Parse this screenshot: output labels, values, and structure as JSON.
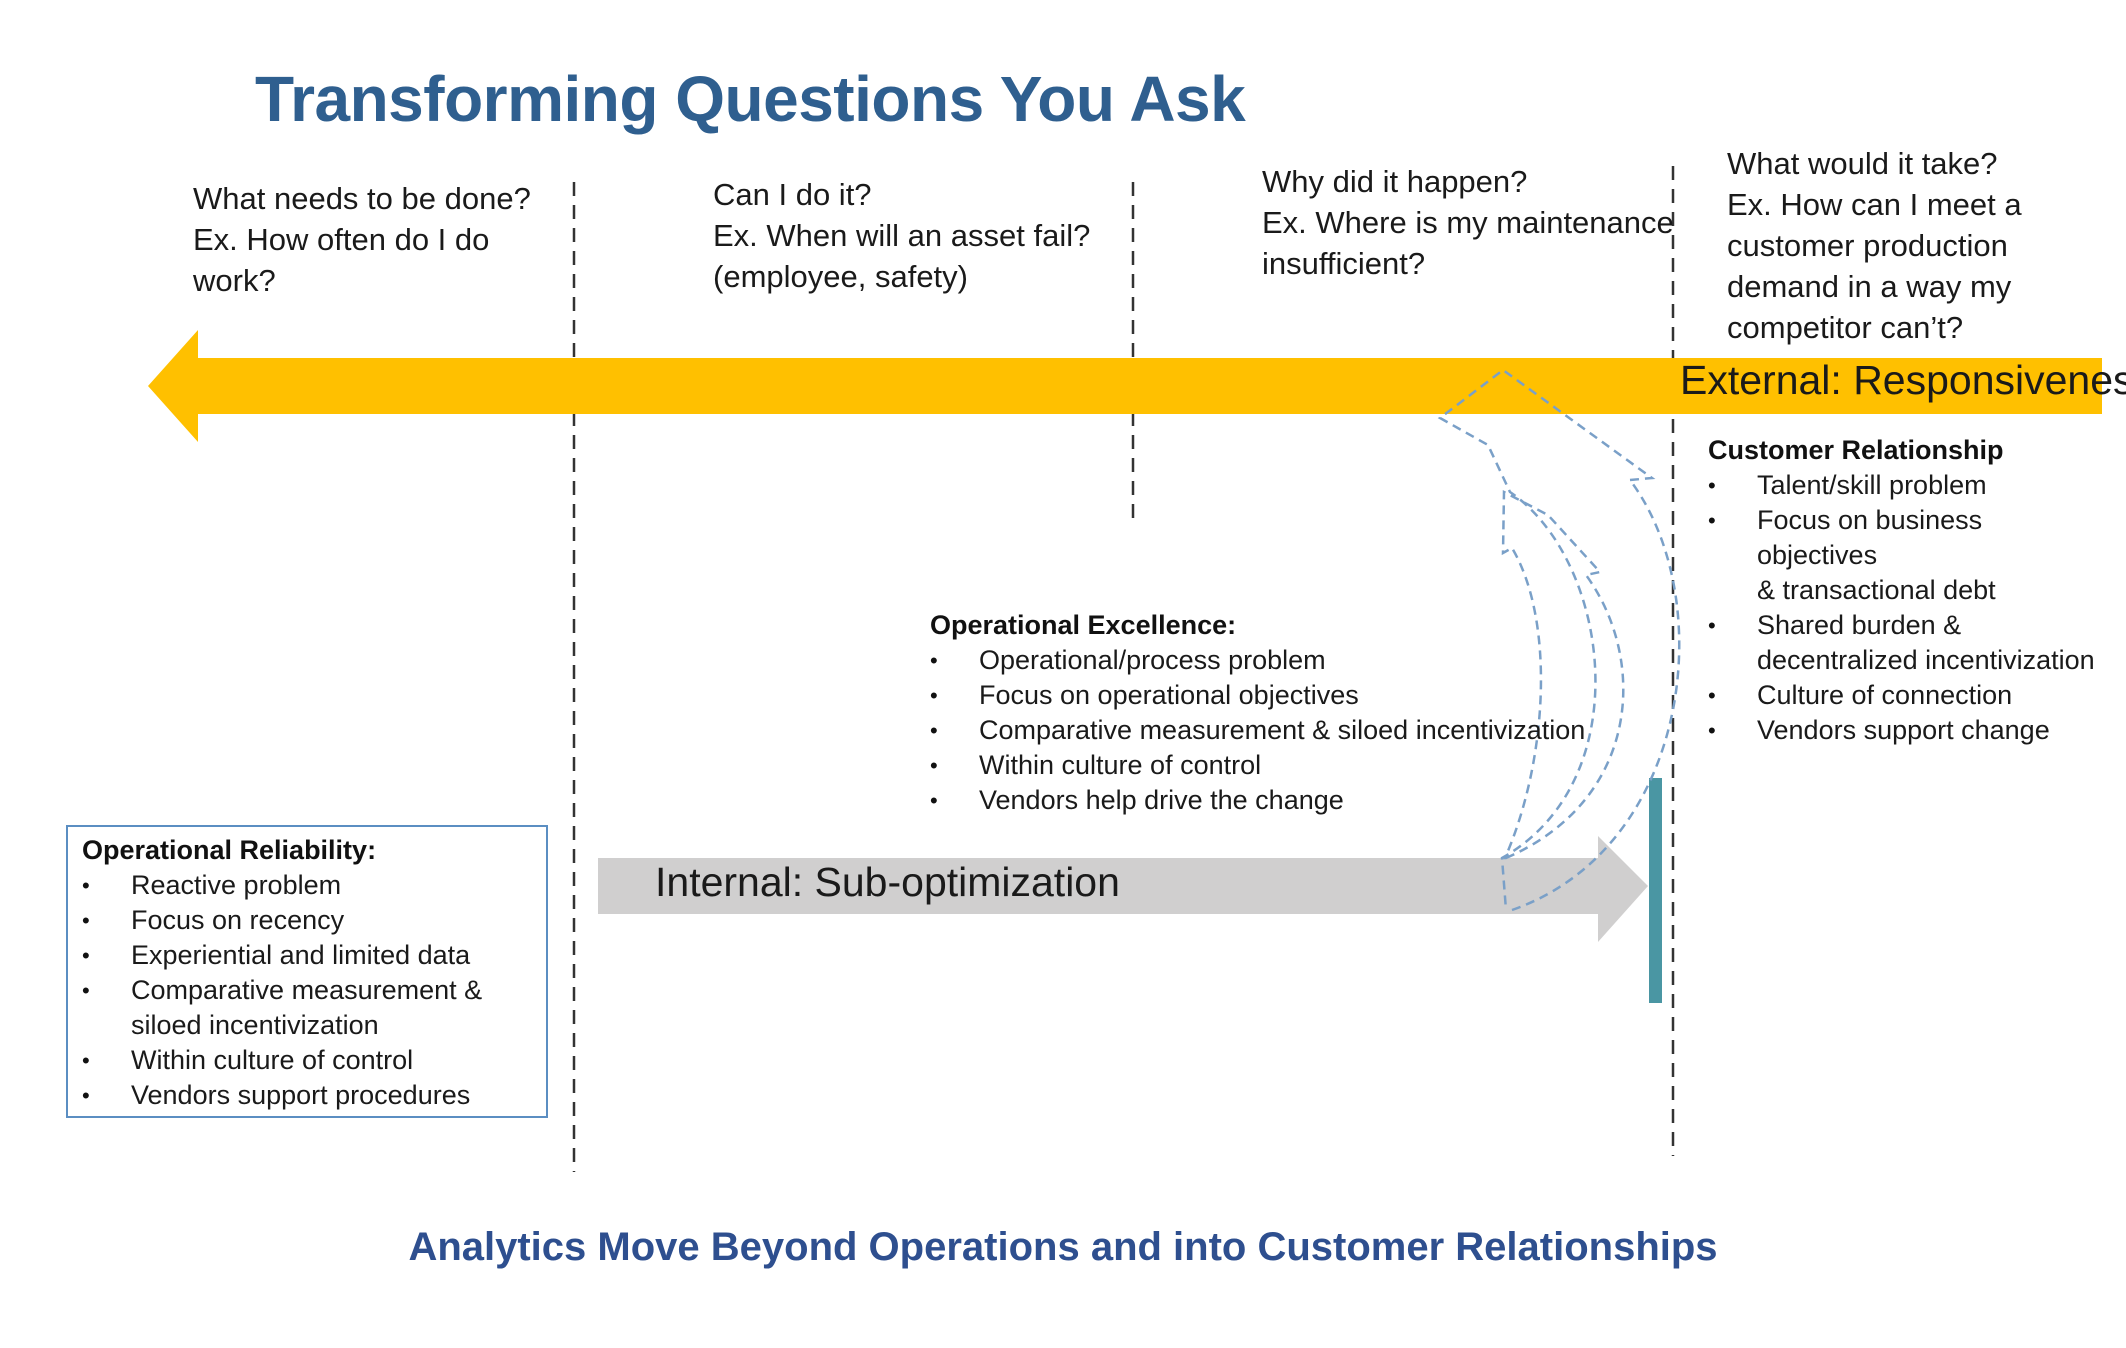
{
  "title": "Transforming Questions You Ask",
  "questions": [
    {
      "id": "done",
      "text": "What needs to be done?\nEx. How often do I do\nwork?"
    },
    {
      "id": "can",
      "text": "Can I do it?\nEx. When will an asset fail?\n(employee, safety)"
    },
    {
      "id": "why",
      "text": "Why did it happen?\nEx. Where is my maintenance\ninsufficient?"
    },
    {
      "id": "take",
      "text": "What would it take?\nEx. How can I meet a\ncustomer production\ndemand in a way my\ncompetitor can’t?"
    }
  ],
  "arrows": {
    "external": {
      "label": "External: Responsiveness",
      "color": "#ffc000"
    },
    "internal": {
      "label": "Internal: Sub-optimization",
      "color": "#d0cfcf"
    }
  },
  "sections": {
    "reliability": {
      "heading": "Operational Reliability:",
      "items": [
        "Reactive problem",
        "Focus on recency",
        "Experiential and limited data",
        "Comparative measurement &\nsiloed incentivization",
        "Within culture of control",
        "Vendors support procedures"
      ]
    },
    "excellence": {
      "heading": "Operational Excellence:",
      "items": [
        "Operational/process problem",
        "Focus on operational objectives",
        "Comparative measurement & siloed incentivization",
        "Within culture of control",
        "Vendors help drive the change"
      ]
    },
    "customer": {
      "heading": "Customer Relationship",
      "items": [
        "Talent/skill problem",
        "Focus on business objectives\n& transactional debt",
        "Shared burden &\ndecentralized incentivization",
        "Culture of connection",
        "Vendors support change"
      ]
    }
  },
  "footer": "Analytics Move Beyond Operations and into Customer Relationships",
  "colors": {
    "title": "#2f5f8f",
    "footer": "#2e4f8f",
    "box_border": "#5b8ec2",
    "bar": "#4a96a3",
    "curve": "#7aa0c8"
  }
}
